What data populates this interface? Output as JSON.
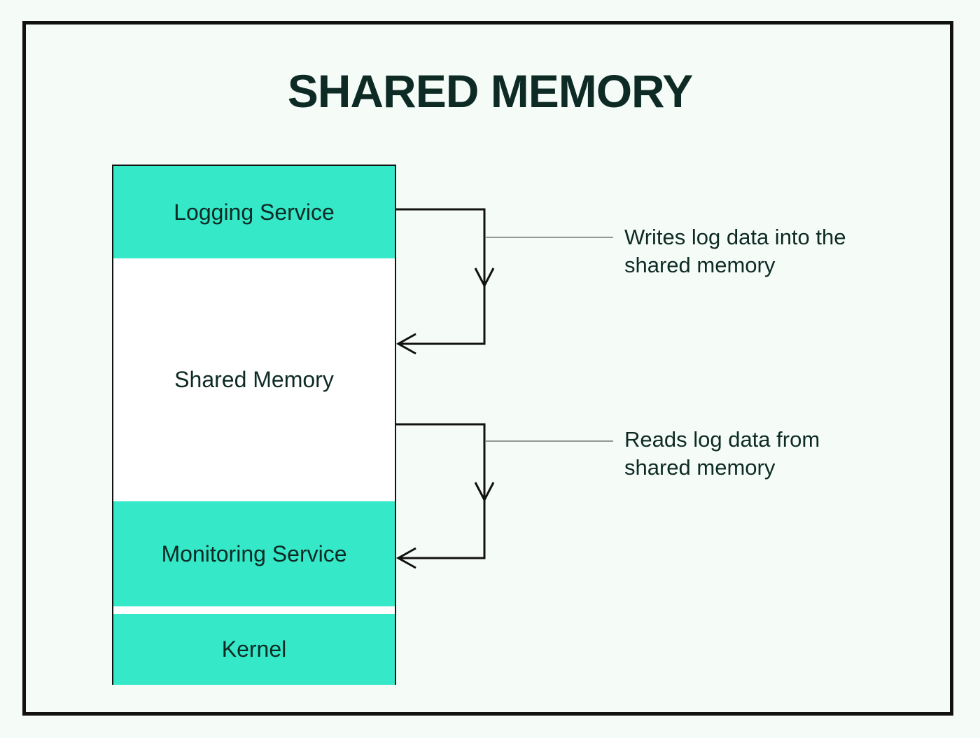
{
  "title": "SHARED MEMORY",
  "blocks": {
    "logging": "Logging Service",
    "shared": "Shared Memory",
    "monitoring": "Monitoring Service",
    "kernel": "Kernel"
  },
  "annotations": {
    "write": [
      "Writes log data into the",
      "shared memory"
    ],
    "read": [
      "Reads log data from",
      "shared memory"
    ]
  },
  "colors": {
    "accent": "#34e8c8",
    "text": "#0e2a24",
    "background": "#f5fcf8",
    "border": "#111111"
  }
}
